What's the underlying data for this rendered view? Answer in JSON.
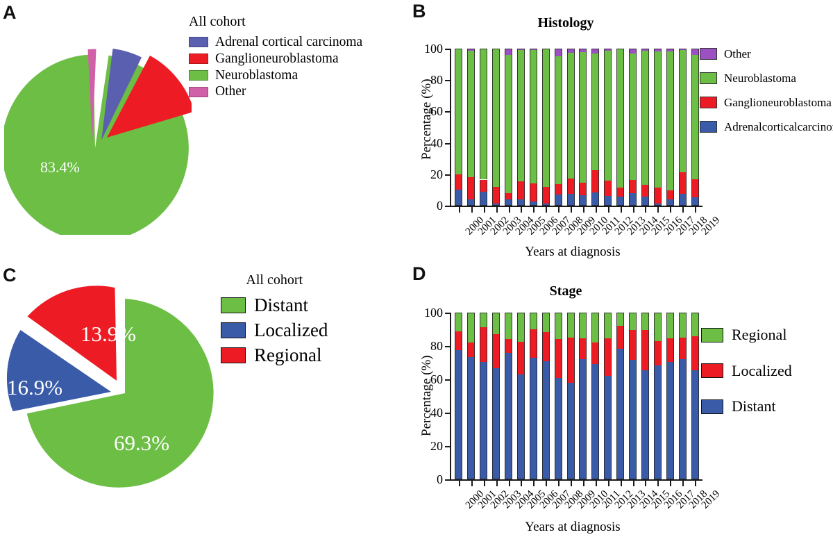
{
  "figure": {
    "panels": [
      "A",
      "B",
      "C",
      "D"
    ],
    "background": "#ffffff"
  },
  "colors": {
    "adrenal_cortical_carcinoma": "#5B5FAF",
    "ganglioneuroblastoma": "#ED1C24",
    "neuroblastoma": "#6CBE45",
    "other": "#9B51C2",
    "distant_bar": "#3A5BA8",
    "localized_bar": "#ED1C24",
    "regional_bar": "#6CBE45",
    "pie_other_pink": "#D060A8",
    "pie_localized_blue": "#3A5BA8",
    "axis": "#1a1a1a",
    "text": "#000000"
  },
  "panelA": {
    "letter": "A",
    "legend_title": "All cohort",
    "legend": [
      {
        "label": "Adrenal cortical carcinoma",
        "color": "#5B5FAF"
      },
      {
        "label": "Ganglioneuroblastoma",
        "color": "#ED1C24"
      },
      {
        "label": "Neuroblastoma",
        "color": "#6CBE45"
      },
      {
        "label": "Other",
        "color": "#D060A8"
      }
    ],
    "value_label": "83.4%"
  },
  "panelC": {
    "letter": "C",
    "legend_title": "All cohort",
    "legend": [
      {
        "label": "Distant",
        "color": "#6CBE45"
      },
      {
        "label": "Localized",
        "color": "#3A5BA8"
      },
      {
        "label": "Regional",
        "color": "#ED1C24"
      }
    ],
    "labels": {
      "regional": "13.9%",
      "localized": "16.9%",
      "distant": "69.3%"
    }
  },
  "panelB": {
    "letter": "B",
    "title": "Histology",
    "xlabel": "Years at diagnosis",
    "ylabel": "Percentage (%)",
    "legend": [
      {
        "label": "Other",
        "color": "#9B51C2"
      },
      {
        "label": "Neuroblastoma",
        "color": "#6CBE45"
      },
      {
        "label": "Ganglioneuroblastoma",
        "color": "#ED1C24"
      },
      {
        "label": "Adrenalcorticalcarcinoma",
        "color": "#3A5BA8"
      }
    ]
  },
  "panelD": {
    "letter": "D",
    "title": "Stage",
    "xlabel": "Years at diagnosis",
    "ylabel": "Percentage (%)",
    "legend": [
      {
        "label": "Regional",
        "color": "#6CBE45"
      },
      {
        "label": "Localized",
        "color": "#ED1C24"
      },
      {
        "label": "Distant",
        "color": "#3A5BA8"
      }
    ]
  },
  "chart_data": [
    {
      "id": "panelA",
      "type": "pie",
      "title": "All cohort",
      "panel": "A",
      "labels": [
        "Adrenal cortical carcinoma",
        "Ganglioneuroblastoma",
        "Neuroblastoma",
        "Other"
      ],
      "values": [
        6.1,
        9.0,
        83.4,
        1.5
      ],
      "displayed_labels": [
        "",
        "",
        "83.4%",
        ""
      ],
      "colors": [
        "#5B5FAF",
        "#ED1C24",
        "#6CBE45",
        "#D060A8"
      ],
      "exploded": [
        true,
        true,
        false,
        true
      ],
      "legend_position": "right"
    },
    {
      "id": "panelB",
      "type": "bar",
      "subtype": "stacked-100",
      "panel": "B",
      "title": "Histology",
      "xlabel": "Years at diagnosis",
      "ylabel": "Percentage (%)",
      "ylim": [
        0,
        100
      ],
      "yticks": [
        0,
        20,
        40,
        60,
        80,
        100
      ],
      "grid": false,
      "legend_position": "right",
      "categories": [
        "2000",
        "2001",
        "2002",
        "2003",
        "2004",
        "2005",
        "2006",
        "2007",
        "2008",
        "2009",
        "2010",
        "2011",
        "2012",
        "2013",
        "2014",
        "2015",
        "2016",
        "2017",
        "2018",
        "2019"
      ],
      "series": [
        {
          "name": "Adrenalcorticalcarcinoma",
          "color": "#3A5BA8",
          "values": [
            10.0,
            4.0,
            9.0,
            1.4,
            4.1,
            4.2,
            2.5,
            1.3,
            7.2,
            7.4,
            6.6,
            8.6,
            6.4,
            5.7,
            8.1,
            5.8,
            1.4,
            4.1,
            7.7,
            5.2
          ]
        },
        {
          "name": "Ganglioneuroblastoma",
          "color": "#ED1C24",
          "values": [
            9.8,
            14.2,
            7.6,
            10.4,
            4.0,
            11.2,
            11.7,
            10.8,
            6.5,
            9.8,
            7.9,
            14.0,
            9.4,
            5.7,
            8.3,
            7.3,
            10.2,
            5.7,
            13.7,
            11.7
          ]
        },
        {
          "name": "Neuroblastoma",
          "color": "#6CBE45",
          "values": [
            80.2,
            80.6,
            83.4,
            88.2,
            87.9,
            83.6,
            84.8,
            87.9,
            81.3,
            80.2,
            83.5,
            74.4,
            82.8,
            88.6,
            80.4,
            85.7,
            86.7,
            88.5,
            77.6,
            79.1
          ]
        },
        {
          "name": "Other",
          "color": "#9B51C2",
          "values": [
            0.0,
            1.2,
            0.0,
            0.0,
            4.0,
            1.0,
            1.0,
            0.0,
            5.0,
            2.6,
            2.0,
            3.0,
            1.2,
            0.0,
            3.2,
            1.2,
            1.7,
            1.7,
            1.0,
            4.0
          ]
        }
      ]
    },
    {
      "id": "panelC",
      "type": "pie",
      "panel": "C",
      "title": "All cohort",
      "labels": [
        "Distant",
        "Localized",
        "Regional"
      ],
      "values": [
        69.3,
        16.9,
        13.9
      ],
      "displayed_labels": [
        "69.3%",
        "16.9%",
        "13.9%"
      ],
      "colors": [
        "#6CBE45",
        "#3A5BA8",
        "#ED1C24"
      ],
      "exploded": [
        false,
        true,
        true
      ],
      "legend_position": "right"
    },
    {
      "id": "panelD",
      "type": "bar",
      "subtype": "stacked-100",
      "panel": "D",
      "title": "Stage",
      "xlabel": "Years at diagnosis",
      "ylabel": "Percentage (%)",
      "ylim": [
        0,
        100
      ],
      "yticks": [
        0,
        20,
        40,
        60,
        80,
        100
      ],
      "grid": false,
      "legend_position": "right",
      "categories": [
        "2000",
        "2001",
        "2002",
        "2003",
        "2004",
        "2005",
        "2006",
        "2007",
        "2008",
        "2009",
        "2010",
        "2011",
        "2012",
        "2013",
        "2014",
        "2015",
        "2016",
        "2017",
        "2018",
        "2019"
      ],
      "series": [
        {
          "name": "Distant",
          "color": "#3A5BA8",
          "values": [
            77.4,
            73.4,
            70.3,
            66.6,
            76.0,
            62.8,
            73.0,
            71.0,
            61.0,
            57.8,
            72.1,
            69.0,
            62.0,
            78.4,
            71.6,
            65.5,
            68.5,
            70.3,
            72.0,
            65.5
          ]
        },
        {
          "name": "Localized",
          "color": "#ED1C24",
          "values": [
            11.4,
            8.5,
            20.8,
            20.6,
            8.3,
            19.7,
            17.0,
            17.2,
            23.3,
            27.3,
            12.4,
            12.9,
            22.4,
            13.7,
            17.8,
            24.0,
            14.3,
            14.4,
            13.0,
            20.3
          ]
        },
        {
          "name": "Regional",
          "color": "#6CBE45",
          "values": [
            11.2,
            18.1,
            8.9,
            12.8,
            15.7,
            17.5,
            10.0,
            11.8,
            15.7,
            14.9,
            15.5,
            18.1,
            15.6,
            7.9,
            10.6,
            10.5,
            17.2,
            15.3,
            15.0,
            14.2
          ]
        }
      ]
    }
  ]
}
